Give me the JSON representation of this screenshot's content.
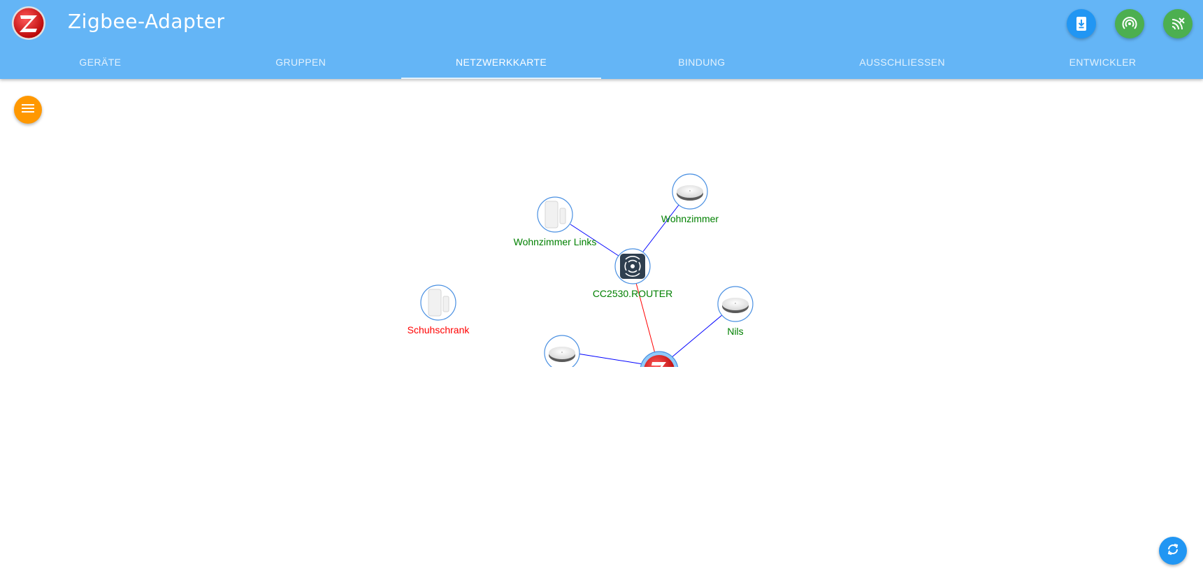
{
  "app": {
    "title": "Zigbee-Adapter",
    "logo_icon": "zigbee-logo-icon",
    "accent_color": "#64b5f6"
  },
  "toolbar": {
    "buttons": [
      {
        "icon": "download-device-icon",
        "color": "#2196f3"
      },
      {
        "icon": "wifi-signal-icon",
        "color": "#4caf50"
      },
      {
        "icon": "permit-join-icon",
        "color": "#4caf50"
      }
    ]
  },
  "tabs": [
    {
      "label": "GERÄTE",
      "active": false
    },
    {
      "label": "GRUPPEN",
      "active": false
    },
    {
      "label": "NETZWERKKARTE",
      "active": true
    },
    {
      "label": "BINDUNG",
      "active": false
    },
    {
      "label": "AUSSCHLIESSEN",
      "active": false
    },
    {
      "label": "ENTWICKLER",
      "active": false
    }
  ],
  "menu_button": {
    "icon": "hamburger-menu-icon",
    "color": "#ff9800"
  },
  "network_map": {
    "nodes": [
      {
        "id": "wohnzimmer_links",
        "label": "Wohnzimmer Links",
        "device": "door-sensor",
        "status_color": "#008000"
      },
      {
        "id": "wohnzimmer",
        "label": "Wohnzimmer",
        "device": "round-sensor",
        "status_color": "#008000"
      },
      {
        "id": "router",
        "label": "CC2530.ROUTER",
        "device": "router",
        "status_color": "#008000"
      },
      {
        "id": "nils",
        "label": "Nils",
        "device": "round-sensor",
        "status_color": "#008000"
      },
      {
        "id": "schuhschrank",
        "label": "Schuhschrank",
        "device": "door-sensor",
        "status_color": "#ff0000"
      },
      {
        "id": "unnamed_sensor",
        "label": "",
        "device": "round-sensor",
        "status_color": "#008000"
      },
      {
        "id": "coordinator",
        "label": "",
        "device": "coordinator",
        "status_color": "#008000"
      }
    ],
    "links": [
      {
        "from": "wohnzimmer_links",
        "to": "router",
        "color": "#0000ff"
      },
      {
        "from": "wohnzimmer",
        "to": "router",
        "color": "#0000ff"
      },
      {
        "from": "router",
        "to": "coordinator",
        "color": "#ff0000"
      },
      {
        "from": "nils",
        "to": "coordinator",
        "color": "#0000ff"
      },
      {
        "from": "unnamed_sensor",
        "to": "coordinator",
        "color": "#0000ff"
      }
    ]
  },
  "refresh_button": {
    "icon": "refresh-icon",
    "color": "#2196f3"
  }
}
